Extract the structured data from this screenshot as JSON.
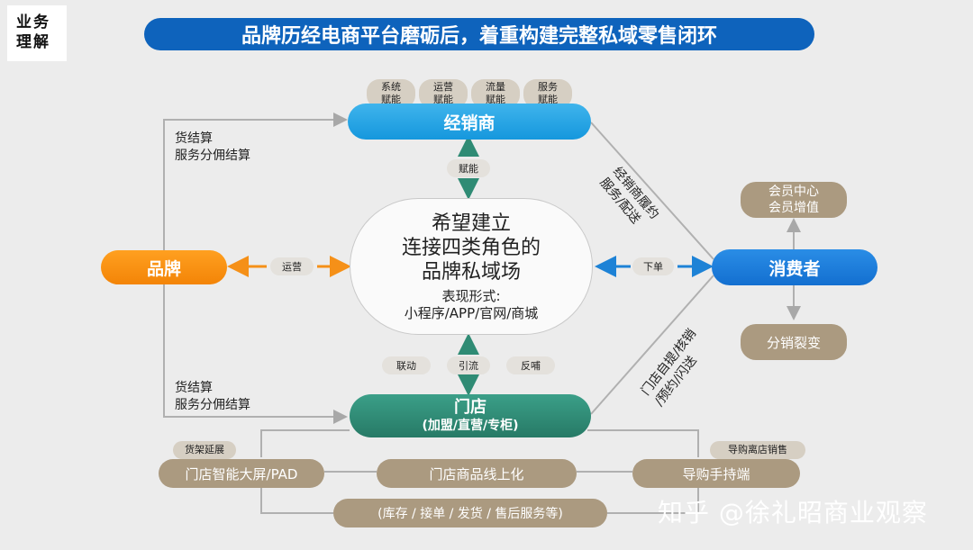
{
  "corner_tag": [
    "业务",
    "理解"
  ],
  "title": "品牌历经电商平台磨砺后，着重构建完整私域零售闭环",
  "dealer": {
    "label": "经销商",
    "tags": [
      {
        "l1": "系统",
        "l2": "赋能"
      },
      {
        "l1": "运营",
        "l2": "赋能"
      },
      {
        "l1": "流量",
        "l2": "赋能"
      },
      {
        "l1": "服务",
        "l2": "赋能"
      }
    ],
    "down_label": "赋能"
  },
  "center": {
    "line1": "希望建立",
    "line2": "连接四类角色的",
    "line3": "品牌私域场",
    "line4": "表现形式:",
    "line5": "小程序/APP/官网/商城"
  },
  "brand": {
    "label": "品牌",
    "arrow_label": "运营"
  },
  "consumer": {
    "label": "消费者",
    "arrow_label": "下单"
  },
  "member": {
    "l1": "会员中心",
    "l2": "会员增值"
  },
  "distribution": "分销裂变",
  "store": {
    "label": "门店",
    "sub": "(加盟/直营/专柜)",
    "up_labels": [
      "联动",
      "引流",
      "反哺"
    ]
  },
  "settlement_top": {
    "l1": "货结算",
    "l2": "服务分佣结算"
  },
  "settlement_bottom": {
    "l1": "货结算",
    "l2": "服务分佣结算"
  },
  "dealer_consumer_text": {
    "l1": "经销商履约",
    "l2": "服务/配送"
  },
  "store_consumer_text": {
    "l1": "门店自提/核销",
    "l2": "/预约/闪送"
  },
  "bottom": {
    "shelf_tag": "货架延展",
    "screen": "门店智能大屏/PAD",
    "online": "门店商品线上化",
    "guide_tag": "导购离店销售",
    "handheld": "导购手持端",
    "ops": "(库存 / 接单 / 发货 / 售后服务等)"
  },
  "watermark": "知乎 @徐礼昭商业观察"
}
